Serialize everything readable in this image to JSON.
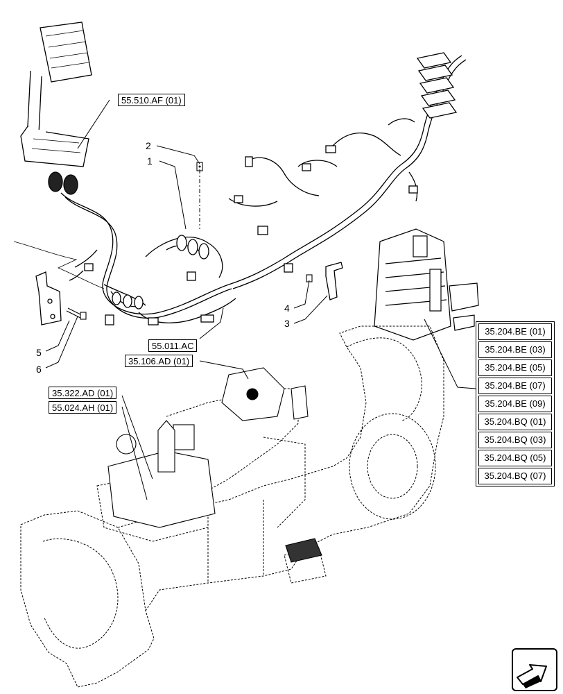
{
  "callouts": {
    "c1": "1",
    "c2": "2",
    "c3": "3",
    "c4": "4",
    "c5": "5",
    "c6": "6"
  },
  "refs": {
    "r_55510af": "55.510.AF (01)",
    "r_55011ac": "55.011.AC",
    "r_35106ad": "35.106.AD (01)",
    "r_35322ad": "35.322.AD (01)",
    "r_55024ah": "55.024.AH (01)"
  },
  "ref_stack": [
    "35.204.BE (01)",
    "35.204.BE (03)",
    "35.204.BE (05)",
    "35.204.BE (07)",
    "35.204.BE (09)",
    "35.204.BQ (01)",
    "35.204.BQ (03)",
    "35.204.BQ (05)",
    "35.204.BQ (07)"
  ],
  "icons": {
    "nav": "arrow-icon"
  }
}
